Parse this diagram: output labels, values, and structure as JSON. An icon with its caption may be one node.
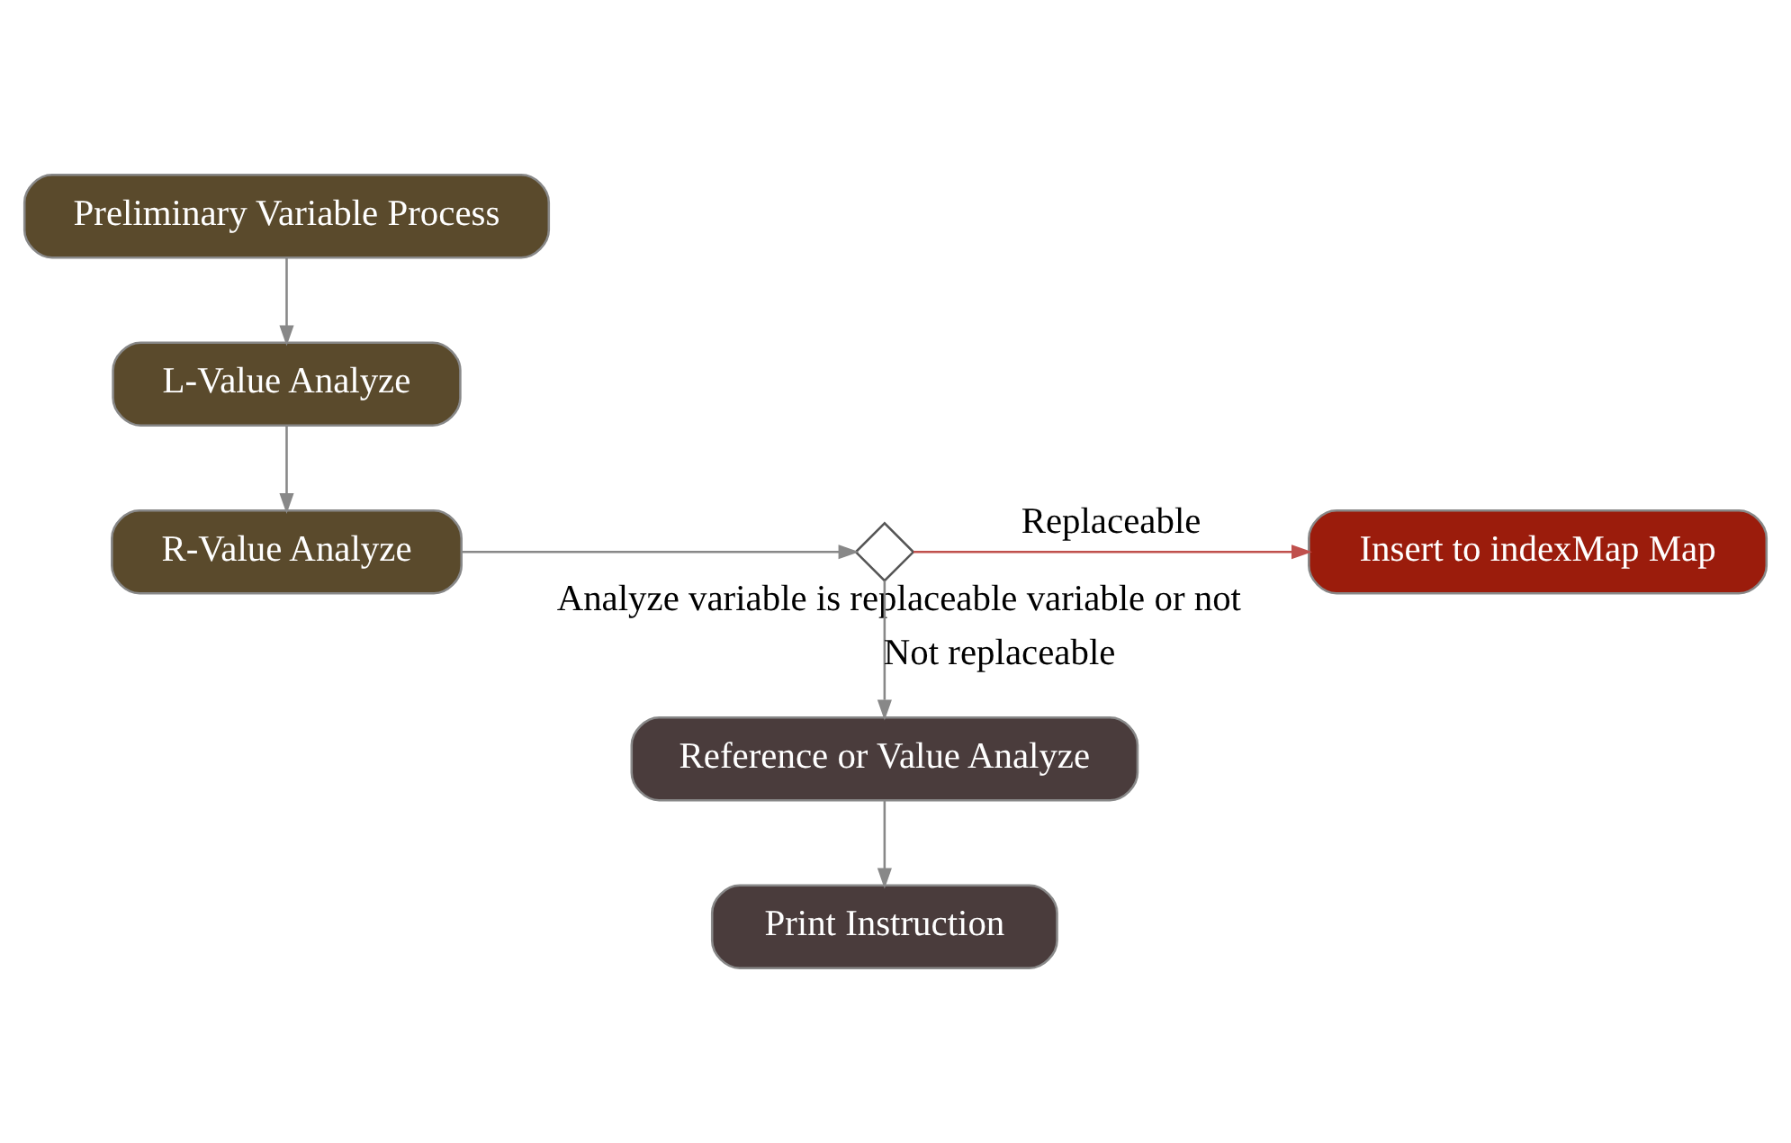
{
  "diagram": {
    "nodes": [
      {
        "text": [
          "Preliminary Variable Process"
        ]
      },
      {
        "text": [
          "L-Value Analyze"
        ]
      },
      {
        "text": [
          "R-Value Analyze"
        ]
      },
      {
        "text": [],
        "shape": "diamond",
        "beside": [
          "Analyze variable is replaceable variable or not"
        ]
      },
      {
        "text": [
          "Insert to indexMap Map"
        ]
      },
      {
        "text": [
          "Reference or Value Analyze"
        ]
      },
      {
        "text": [
          "Print Instruction"
        ]
      }
    ],
    "edges": [
      {
        "from": 0,
        "to": 1,
        "arrow": "to"
      },
      {
        "from": 1,
        "to": 2,
        "arrow": "to"
      },
      {
        "from": 2,
        "to": 3,
        "arrow": "to"
      },
      {
        "from": 3,
        "to": 4,
        "arrow": "to",
        "label": "Replaceable",
        "color": "#c0504d"
      },
      {
        "from": 3,
        "to": 5,
        "arrow": "to",
        "label": "Not replaceable"
      },
      {
        "from": 5,
        "to": 6,
        "arrow": "to"
      }
    ]
  }
}
